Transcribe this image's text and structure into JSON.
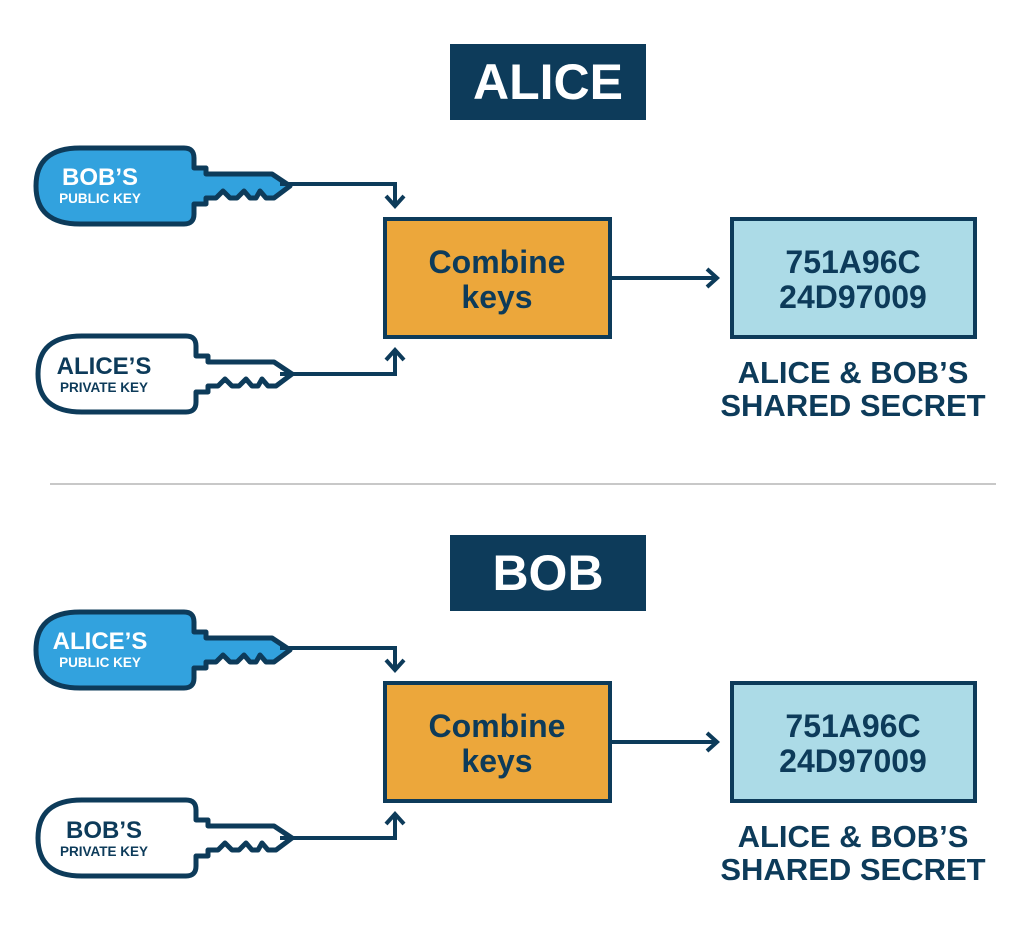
{
  "colors": {
    "navy": "#0d3b5a",
    "key_public_fill": "#32a2de",
    "key_private_fill": "#ffffff",
    "combine_fill": "#eca73b",
    "secret_fill": "#acdbe7",
    "divider": "#c8c8c8"
  },
  "panels": [
    {
      "title": "ALICE",
      "public_key": {
        "name": "BOB’S",
        "kind": "PUBLIC KEY",
        "icon": "key-icon"
      },
      "private_key": {
        "name": "ALICE’S",
        "kind": "PRIVATE KEY",
        "icon": "key-icon"
      },
      "combine": {
        "line1": "Combine",
        "line2": "keys"
      },
      "secret": {
        "line1": "751A96C",
        "line2": "24D97009"
      },
      "caption": {
        "line1": "ALICE & BOB’S",
        "line2": "SHARED SECRET"
      }
    },
    {
      "title": "BOB",
      "public_key": {
        "name": "ALICE’S",
        "kind": "PUBLIC KEY",
        "icon": "key-icon"
      },
      "private_key": {
        "name": "BOB’S",
        "kind": "PRIVATE KEY",
        "icon": "key-icon"
      },
      "combine": {
        "line1": "Combine",
        "line2": "keys"
      },
      "secret": {
        "line1": "751A96C",
        "line2": "24D97009"
      },
      "caption": {
        "line1": "ALICE & BOB’S",
        "line2": "SHARED SECRET"
      }
    }
  ]
}
